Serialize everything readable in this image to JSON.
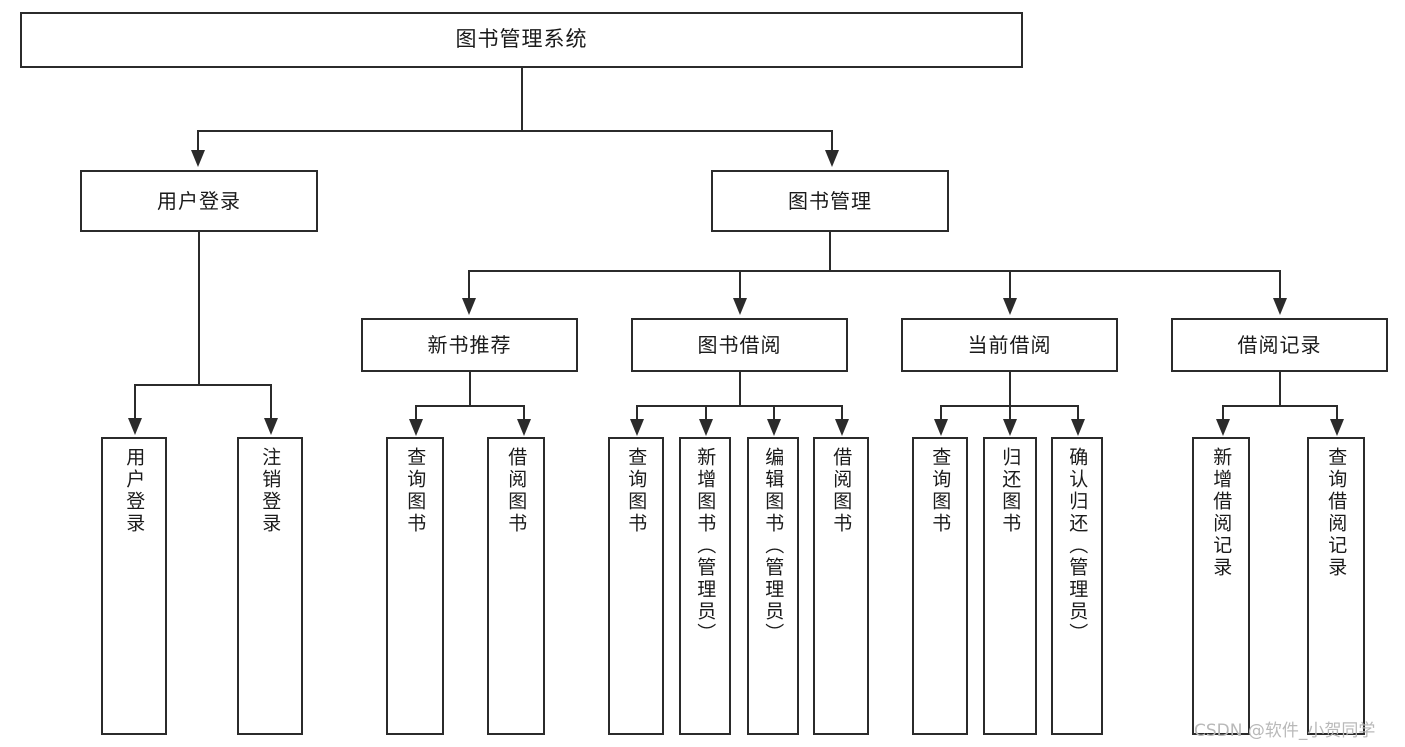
{
  "diagram": {
    "title": "图书管理系统",
    "root": {
      "label": "图书管理系统"
    },
    "level1": [
      {
        "label": "用户登录"
      },
      {
        "label": "图书管理"
      }
    ],
    "level2": [
      {
        "label": "新书推荐"
      },
      {
        "label": "图书借阅"
      },
      {
        "label": "当前借阅"
      },
      {
        "label": "借阅记录"
      }
    ],
    "leaves": {
      "user_login": [
        {
          "label": "用户登录"
        },
        {
          "label": "注销登录"
        }
      ],
      "new_book_recommend": [
        {
          "label": "查询图书"
        },
        {
          "label": "借阅图书"
        }
      ],
      "book_borrow": [
        {
          "label": "查询图书"
        },
        {
          "label": "新增图书（管理员）"
        },
        {
          "label": "编辑图书（管理员）"
        },
        {
          "label": "借阅图书"
        }
      ],
      "current_borrow": [
        {
          "label": "查询图书"
        },
        {
          "label": "归还图书"
        },
        {
          "label": "确认归还（管理员）"
        }
      ],
      "borrow_record": [
        {
          "label": "新增借阅记录"
        },
        {
          "label": "查询借阅记录"
        }
      ]
    }
  },
  "watermark": {
    "text": "CSDN @软件_小贺同学"
  },
  "colors": {
    "stroke": "#2b2b2b",
    "text": "#1a1a1a",
    "background": "#ffffff",
    "watermark": "#b9b9b9"
  }
}
